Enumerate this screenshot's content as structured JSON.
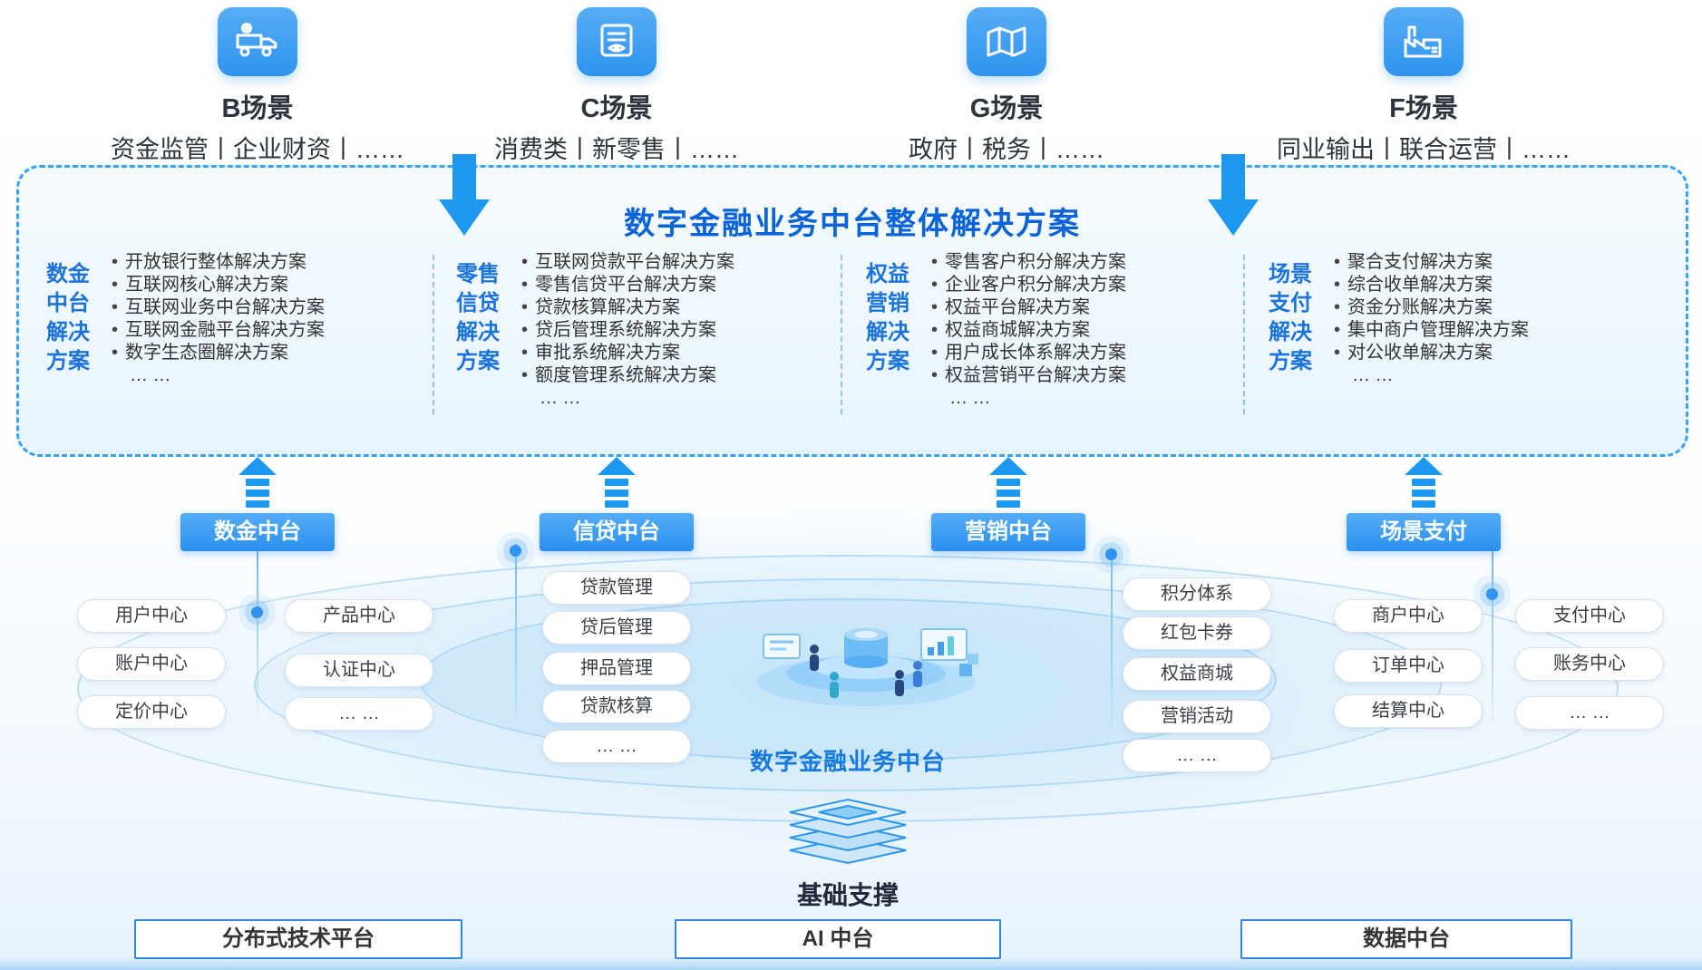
{
  "scenarios": [
    {
      "title": "B场景",
      "subtitle": "资金监管丨企业财资丨……",
      "icon": "truck-coins-icon"
    },
    {
      "title": "C场景",
      "subtitle": "消费类丨新零售丨……",
      "icon": "receipt-icon"
    },
    {
      "title": "G场景",
      "subtitle": "政府丨税务丨……",
      "icon": "map-icon"
    },
    {
      "title": "F场景",
      "subtitle": "同业输出丨联合运营丨……",
      "icon": "factory-icon"
    }
  ],
  "solution_box": {
    "title": "数字金融业务中台整体解决方案",
    "columns": [
      {
        "label": "数金\n中台\n解决\n方案",
        "items": [
          "开放银行整体解决方案",
          "互联网核心解决方案",
          "互联网业务中台解决方案",
          "互联网金融平台解决方案",
          "数字生态圈解决方案"
        ],
        "more": "… …"
      },
      {
        "label": "零售\n信贷\n解决\n方案",
        "items": [
          "互联网贷款平台解决方案",
          "零售信贷平台解决方案",
          "贷款核算解决方案",
          "贷后管理系统解决方案",
          "审批系统解决方案",
          "额度管理系统解决方案"
        ],
        "more": "… …"
      },
      {
        "label": "权益\n营销\n解决\n方案",
        "items": [
          "零售客户积分解决方案",
          "企业客户积分解决方案",
          "权益平台解决方案",
          "权益商城解决方案",
          "用户成长体系解决方案",
          "权益营销平台解决方案"
        ],
        "more": "… …"
      },
      {
        "label": "场景\n支付\n解决\n方案",
        "items": [
          "聚合支付解决方案",
          "综合收单解决方案",
          "资金分账解决方案",
          "集中商户管理解决方案",
          "对公收单解决方案"
        ],
        "more": "… …"
      }
    ]
  },
  "platforms": [
    {
      "label": "数金中台",
      "pills_left": [
        "用户中心",
        "账户中心",
        "定价中心"
      ],
      "pills_right": [
        "产品中心",
        "认证中心",
        "… …"
      ]
    },
    {
      "label": "信贷中台",
      "pills": [
        "贷款管理",
        "贷后管理",
        "押品管理",
        "贷款核算",
        "… …"
      ]
    },
    {
      "label": "营销中台",
      "pills": [
        "积分体系",
        "红包卡券",
        "权益商城",
        "营销活动",
        "… …"
      ]
    },
    {
      "label": "场景支付",
      "pills_left": [
        "商户中心",
        "订单中心",
        "结算中心"
      ],
      "pills_right": [
        "支付中心",
        "账务中心",
        "… …"
      ]
    }
  ],
  "center_platform": {
    "label": "数字金融业务中台"
  },
  "foundation": {
    "label": "基础支撑"
  },
  "base_boxes": [
    "分布式技术平台",
    "AI 中台",
    "数据中台"
  ],
  "colors": {
    "accent": "#2196f3",
    "title_blue": "#0a63d8",
    "label_blue": "#1b74dc",
    "text_dark": "#333333"
  }
}
